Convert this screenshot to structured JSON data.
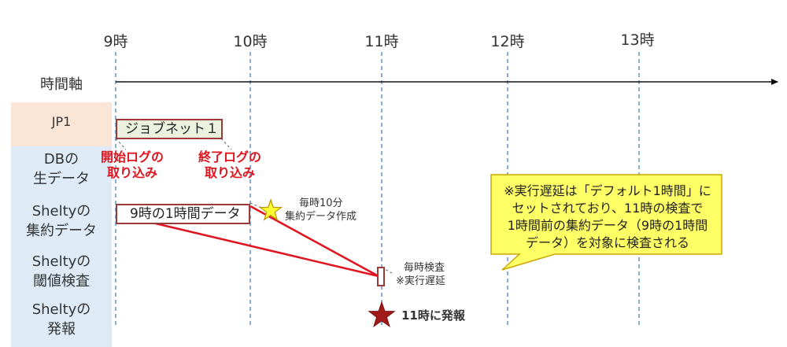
{
  "hours": [
    "9時",
    "10時",
    "11時",
    "12時",
    "13時"
  ],
  "time_axis_label": "時間軸",
  "rows": [
    {
      "lines": [
        "JP1"
      ]
    },
    {
      "lines": [
        "DBの",
        "生データ"
      ]
    },
    {
      "lines": [
        "Sheltyの",
        "集約データ"
      ]
    },
    {
      "lines": [
        "Sheltyの",
        "閾値検査"
      ]
    },
    {
      "lines": [
        "Sheltyの",
        "発報"
      ]
    }
  ],
  "jobnet_label": "ジョブネット１",
  "start_log": [
    "開始ログの",
    "取り込み"
  ],
  "end_log": [
    "終了ログの",
    "取り込み"
  ],
  "aggregate_box_label": "9時の1時間データ",
  "aggregate_note": [
    "毎時10分",
    "集約データ作成"
  ],
  "check_note": [
    "毎時検査",
    "※実行遅延"
  ],
  "alert_label": "11時に発報",
  "callout": {
    "lines": [
      "※実行遅延は「デフォルト1時間」に",
      "セットされており、11時の検査で",
      "1時間前の集約データ（9時の1時間",
      "データ）を対象に検査される"
    ]
  },
  "colors": {
    "row_orange": "#fbe5d6",
    "row_blue": "#deebf7",
    "accent_red": "#e0141e",
    "box_border": "#9c3a3a",
    "jobnet_fill": "#ebf1de",
    "callout_fill": "#ffff66",
    "callout_border": "#c9a800",
    "gridline": "#4f81bd",
    "star_yellow": "#ffff33",
    "star_dark_red": "#a11a1a"
  }
}
